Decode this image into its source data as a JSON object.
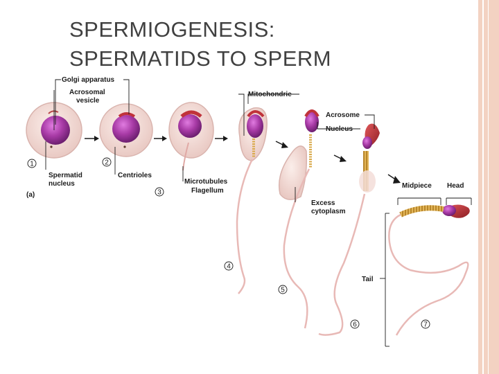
{
  "slide": {
    "title_line1": "SPERMIOGENESIS:",
    "title_line2": "SPERMATIDS TO SPERM"
  },
  "figure": {
    "panel_label": "(a)",
    "labels": {
      "golgi": "Golgi apparatus",
      "acrosomal1": "Acrosomal",
      "acrosomal2": "vesicle",
      "spermatid1": "Spermatid",
      "spermatid2": "nucleus",
      "centrioles": "Centrioles",
      "microtubules": "Microtubules",
      "flagellum": "Flagellum",
      "mitochondria": "Mitochondrie",
      "acrosome": "Acrosome",
      "nucleus": "Nucleus",
      "excess1": "Excess",
      "excess2": "cytoplasm",
      "midpiece": "Midpiece",
      "head": "Head",
      "tail": "Tail"
    },
    "step_numbers": [
      "1",
      "2",
      "3",
      "4",
      "5",
      "6",
      "7"
    ]
  },
  "colors": {
    "cell_fill": "#f3ddd8",
    "nucleus": "#9c2f9a",
    "acrosome": "#c0333a",
    "tail": "#e8b9b6",
    "midpiece": "#d9a94a",
    "border_accent": "#f3d2c2"
  }
}
